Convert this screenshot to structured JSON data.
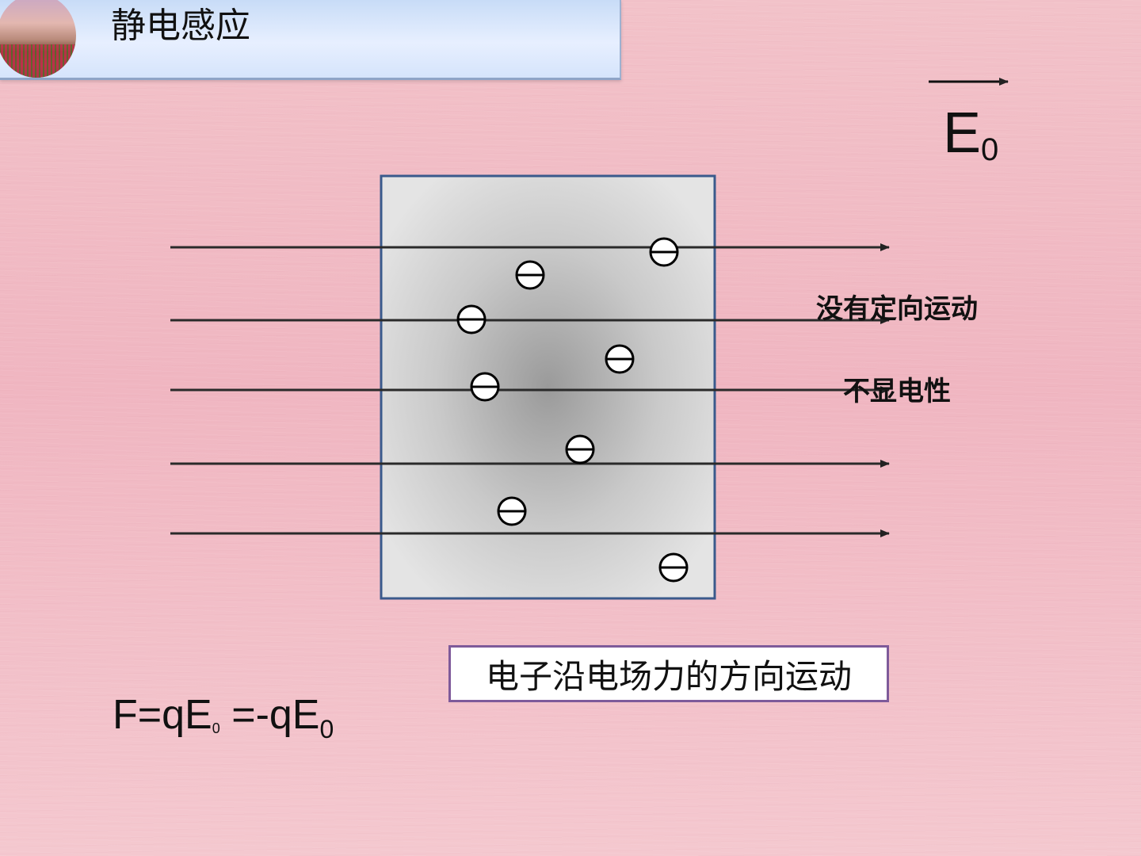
{
  "header": {
    "title": "静电感应"
  },
  "field": {
    "symbol": "E",
    "subscript": "0",
    "field_line_count": 5
  },
  "conductor": {
    "electron_count": 8,
    "electron_symbol": "minus-circle"
  },
  "notes": {
    "line1": "没有定向运动",
    "line2": "不显电性"
  },
  "caption": {
    "text": "电子沿电场力的方向运动"
  },
  "formula": {
    "main": "F=qE",
    "sub1": "0",
    "rest": " =-qE",
    "sub2": "0"
  },
  "colors": {
    "background": "#f2c2c9",
    "title_bar": "#dbe7fb",
    "conductor_border": "#3a5a8c",
    "caption_border": "#7e5a9a"
  }
}
